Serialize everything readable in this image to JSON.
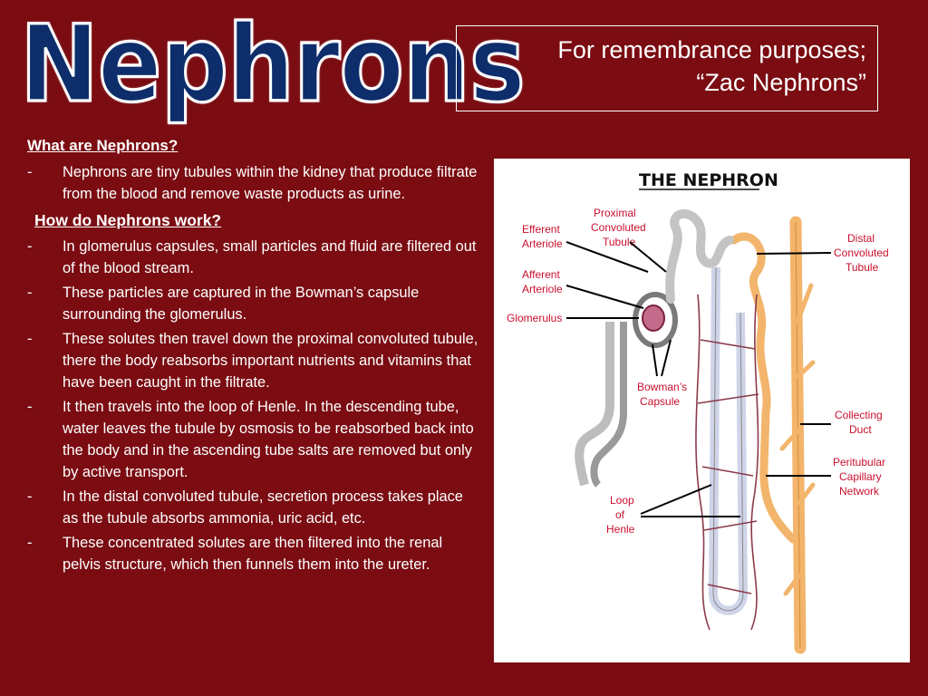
{
  "title": "Nephrons",
  "callout": {
    "line1": "For remembrance purposes;",
    "line2": "“Zac Nephrons”"
  },
  "section1": {
    "heading": "What are Nephrons?",
    "bullets": [
      "Nephrons are tiny tubules within the kidney that produce filtrate from the blood and remove waste products as urine."
    ]
  },
  "section2": {
    "heading": "How do Nephrons work?",
    "bullets": [
      "In glomerulus capsules, small particles and fluid are filtered out of the blood stream.",
      "These particles are captured in the Bowman’s capsule surrounding the glomerulus.",
      "These solutes then travel down the proximal convoluted tubule, there the body reabsorbs important nutrients and vitamins that have been caught in the filtrate.",
      "It then travels into the loop of Henle. In the descending tube, water leaves the tubule by osmosis to be reabsorbed back into the body and in the ascending tube salts are removed but only by active transport.",
      "In the distal convoluted tubule, secretion process takes place as the tubule absorbs ammonia, uric acid, etc.",
      "These concentrated solutes are then filtered into the renal pelvis structure, which then funnels them into the ureter."
    ]
  },
  "bullet_marker": "-",
  "figure": {
    "title": "THE NEPHRON",
    "labels": {
      "proximal": [
        "Proximal",
        "Convoluted",
        "Tubule"
      ],
      "efferent": [
        "Efferent",
        "Arteriole"
      ],
      "afferent": [
        "Afferent",
        "Arteriole"
      ],
      "glomerulus": [
        "Glomerulus"
      ],
      "bowmans": [
        "Bowman’s",
        "Capsule"
      ],
      "distal": [
        "Distal",
        "Convoluted",
        "Tubule"
      ],
      "collecting": [
        "Collecting",
        "Duct"
      ],
      "peritubular": [
        "Peritubular",
        "Capillary",
        "Network"
      ],
      "loop": [
        "Loop",
        "of",
        "Henle"
      ]
    }
  },
  "colors": {
    "background": "#7a0c12",
    "title_fill": "#0d2d6b",
    "label_red": "#c8102e",
    "tubule_orange": "#f2b56b"
  }
}
